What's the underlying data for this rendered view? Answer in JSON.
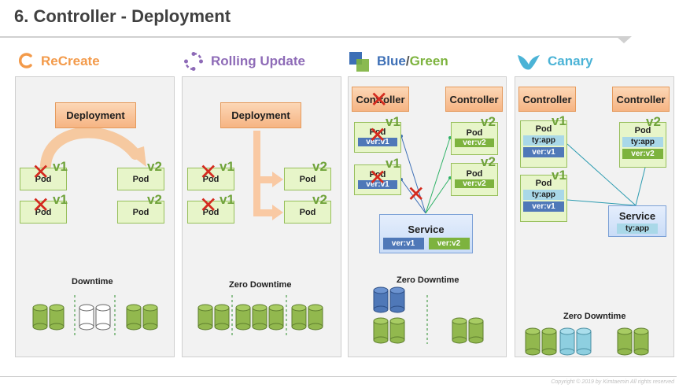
{
  "title": "6. Controller - Deployment",
  "copyright": "Copyright © 2019 by Kimtaemin All rights reserved",
  "sections": {
    "recreate": {
      "title": "ReCreate",
      "deployment": "Deployment",
      "pod": "Pod",
      "v1": "v1",
      "v2": "v2",
      "caption": "Downtime"
    },
    "rolling": {
      "title": "Rolling Update",
      "deployment": "Deployment",
      "pod": "Pod",
      "v1": "v1",
      "v2": "v2",
      "caption": "Zero Downtime"
    },
    "bluegreen": {
      "title_blue": "Blue",
      "title_sep": "/",
      "title_green": "Green",
      "controller": "Controller",
      "pod": "Pod",
      "v1": "v1",
      "v2": "v2",
      "ver_v1": "ver:v1",
      "ver_v2": "ver:v2",
      "service": "Service",
      "caption": "Zero Downtime"
    },
    "canary": {
      "title": "Canary",
      "controller": "Controller",
      "pod": "Pod",
      "v1": "v1",
      "v2": "v2",
      "ty_app": "ty:app",
      "ver_v1": "ver:v1",
      "ver_v2": "ver:v2",
      "service": "Service",
      "caption": "Zero Downtime"
    }
  },
  "colors": {
    "recreate": "#f39a4a",
    "rolling": "#8e6bb7",
    "blue": "#3d6fb6",
    "green": "#7db33e",
    "canary": "#4bb3d6",
    "cylinder_green": "#92b84e",
    "cylinder_blue": "#4f78b8",
    "cylinder_light": "#8ecfe0"
  }
}
